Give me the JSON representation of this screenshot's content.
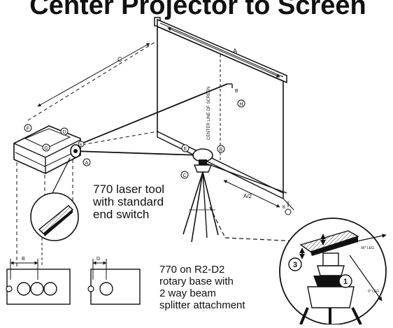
{
  "title": "Center Projector to Screen",
  "callouts": {
    "laser_tool": [
      "770 laser tool",
      "with standard",
      "end switch"
    ],
    "rotary_base": [
      "770 on R2-D2",
      "rotary base with",
      "2 way beam",
      "splitter attachment"
    ]
  },
  "dimension_labels": {
    "screen_width": "A",
    "throw_distance": "C",
    "half_width": "A/2",
    "small_dim": "B",
    "b_left": "B",
    "b_right": "D",
    "axis_note": "B",
    "leg_note_top": "90° LEG",
    "leg_note_bottom": "0° LEG"
  },
  "markers": {
    "a": "A",
    "b": "B",
    "c": "C",
    "d": "D",
    "e": "E",
    "f": "F",
    "g": "G",
    "h": "H",
    "k": "K",
    "one": "1",
    "three": "3"
  },
  "colors": {
    "ink": "#111111",
    "paper": "#ffffff",
    "shade": "#d8d8d8"
  }
}
